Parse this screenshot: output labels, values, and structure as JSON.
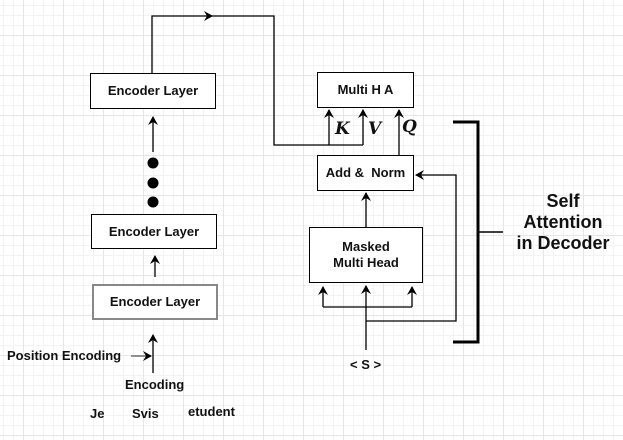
{
  "encoder": {
    "layers": [
      {
        "label": "Encoder Layer"
      },
      {
        "label": "Encoder Layer"
      },
      {
        "label": "Encoder Layer"
      }
    ],
    "ellipsis_dots": 3,
    "position_encoding_label": "Position Encoding",
    "encoding_label": "Encoding",
    "input_tokens": [
      "Je",
      "Svis",
      "etudent"
    ]
  },
  "decoder": {
    "multi_head_attention": "Multi H A",
    "add_norm": "Add &  Norm",
    "masked_multi_head_line1": "Masked",
    "masked_multi_head_line2": "Multi Head",
    "inputs": {
      "k": "K",
      "v": "V",
      "q": "Q"
    },
    "start_token": "< S >",
    "bracket_label": [
      "Self",
      "Attention",
      "in Decoder"
    ]
  }
}
